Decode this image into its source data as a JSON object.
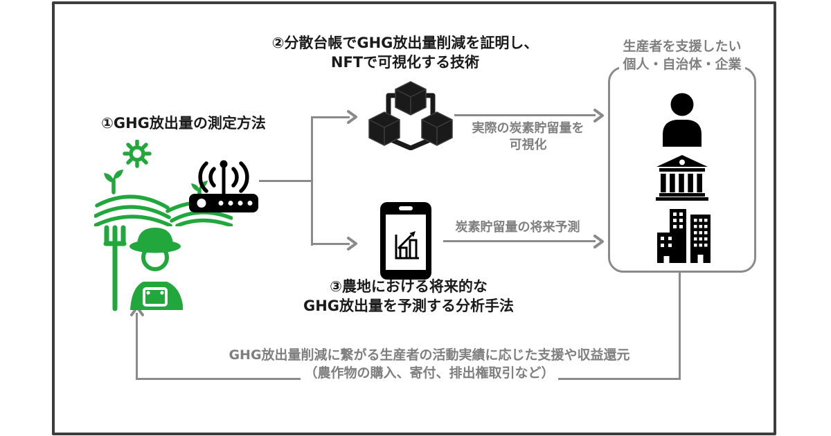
{
  "diagram": {
    "step1": {
      "title": "①GHG放出量の測定方法"
    },
    "step2": {
      "line1": "②分散台帳でGHG放出量削減を証明し、",
      "line2": "NFTで可視化する技術"
    },
    "step3": {
      "line1": "③農地における将来的な",
      "line2": "GHG放出量を予測する分析手法"
    },
    "flow_actual": {
      "line1": "実際の炭素貯留量を",
      "line2": "可視化"
    },
    "flow_future": {
      "label": "炭素貯留量の将来予測"
    },
    "supporters": {
      "line1": "生産者を支援したい",
      "line2": "個人・自治体・企業"
    },
    "feedback": {
      "line1": "GHG放出量削減に繋がる生産者の活動実績に応じた支援や収益還元",
      "line2": "（農作物の購入、寄付、排出権取引など）"
    },
    "icons": {
      "farm": "farm-field-icon",
      "router": "iot-router-icon",
      "farmer": "farmer-icon",
      "blockchain": "blockchain-icon",
      "phone": "smartphone-chart-icon",
      "person": "person-icon",
      "bank": "bank-icon",
      "buildings": "buildings-icon"
    },
    "colors": {
      "green": "#21a73c",
      "black": "#1a1a1a",
      "gray_text": "#7f7f7f",
      "line_gray": "#8a8a8a",
      "frame": "#3d3d3d",
      "background": "#ffffff"
    }
  }
}
